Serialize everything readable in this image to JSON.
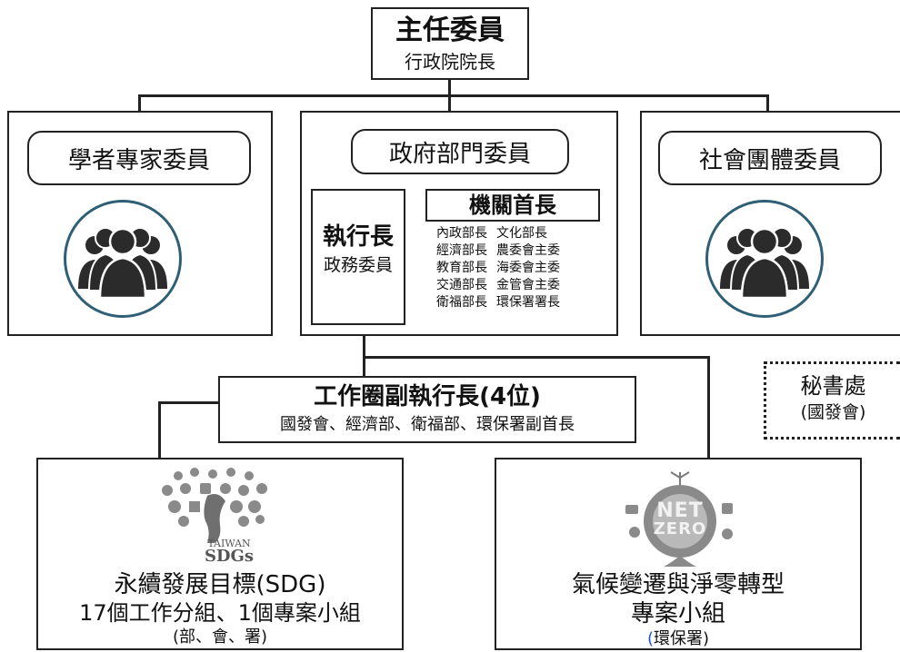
{
  "chair": {
    "title": "主任委員",
    "subtitle": "行政院院長"
  },
  "scholars": {
    "label": "學者專家委員"
  },
  "government": {
    "label": "政府部門委員",
    "executive": {
      "title": "執行長",
      "subtitle": "政務委員"
    },
    "agency_heads": {
      "title": "機關首長",
      "rows": [
        [
          "內政部長",
          "文化部長"
        ],
        [
          "經濟部長",
          "農委會主委"
        ],
        [
          "教育部長",
          "海委會主委"
        ],
        [
          "交通部長",
          "金管會主委"
        ],
        [
          "衛福部長",
          "環保署署長"
        ]
      ]
    }
  },
  "social": {
    "label": "社會團體委員"
  },
  "deputies": {
    "title": "工作圈副執行長(4位)",
    "subtitle": "國發會、經濟部、衛福部、環保署副首長"
  },
  "secretariat": {
    "title": "秘書處",
    "subtitle": "(國發會)"
  },
  "sdg_group": {
    "logo_small": "TAIWAN",
    "logo_main": "SDGs",
    "title": "永續發展目標(SDG)",
    "line2": "17個工作分組、1個專案小組",
    "line3": "(部、會、署)"
  },
  "climate_group": {
    "logo_line1": "NET",
    "logo_line2": "ZERO",
    "title": "氣候變遷與淨零轉型",
    "line2": "專案小組",
    "line3_open": "(",
    "line3_text": "環保署)"
  },
  "colors": {
    "circle_border": "#2f5f75",
    "people": "#2b2b2b",
    "paren_blue": "#2255cc"
  }
}
